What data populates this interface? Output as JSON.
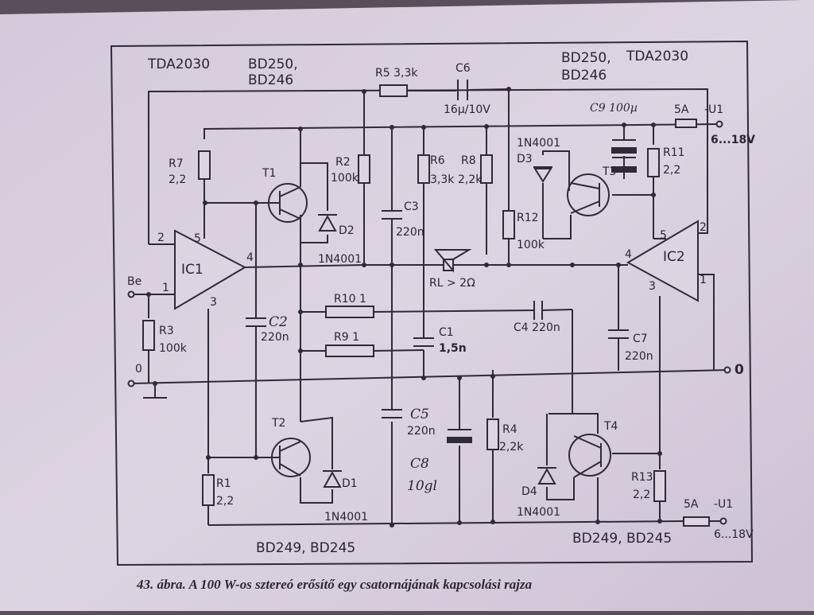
{
  "labels": {
    "ic_type_left": "TDA2030",
    "tr_types_top_left_1": "BD250,",
    "tr_types_top_left_2": "BD246",
    "tr_types_top_right_1": "BD250,",
    "ic_type_right": "TDA2030",
    "tr_types_top_right_2": "BD246",
    "r5": "R5 3,3k",
    "c6": "C6",
    "c6_val": "16µ/10V",
    "c9": "C9 100µ",
    "fuse_top": "5A",
    "supply_top": "-U1",
    "supply_top_range": "6...18V",
    "r7": "R7",
    "r7_val": "2,2",
    "t1": "T1",
    "r2": "R2",
    "r2_val": "100k",
    "r6": "R6",
    "r6_val": "3,3k",
    "r8": "R8",
    "r8_val": "2,2k",
    "d3_type": "1N4001",
    "d3": "D3",
    "t3": "T3",
    "r11": "R11",
    "r11_val": "2,2",
    "c3": "C3",
    "c3_val": "220n",
    "d2": "D2",
    "r12": "R12",
    "r12_val": "100k",
    "pin_2": "2",
    "pin_5": "5",
    "pin_4": "4",
    "pin_1": "1",
    "pin_3": "3",
    "ic1": "IC1",
    "ic2": "IC2",
    "pin_r4": "4",
    "pin_r5": "5",
    "pin_r2": "2",
    "pin_r3": "3",
    "pin_r1": "1",
    "d2_type": "1N4001",
    "rl": "RL > 2Ω",
    "be": "Be",
    "r10": "R10 1",
    "c4": "C4 220n",
    "c2": "C2",
    "c2_val": "220n",
    "r3": "R3",
    "r3_val": "100k",
    "r9": "R9 1",
    "c1": "C1",
    "c1_val": "1,5n",
    "c7": "C7",
    "c7_val": "220n",
    "gnd_left": "0",
    "gnd_right": "0",
    "t2": "T2",
    "c5": "C5",
    "c5_val": "220n",
    "c8": "C8",
    "c8_val": "10gl",
    "r4": "R4",
    "r4_val": "2,2k",
    "t4": "T4",
    "r1": "R1",
    "r1_val": "2,2",
    "d1": "D1",
    "d4": "D4",
    "r13": "R13",
    "r13_val": "2,2",
    "fuse_bot": "5A",
    "supply_bot": "-U1",
    "supply_bot_range": "6...18V",
    "d1_type": "1N4001",
    "d4_type": "1N4001",
    "tr_types_bot_left": "BD249, BD245",
    "tr_types_bot_right": "BD249, BD245"
  },
  "caption": "43. ábra. A 100 W-os sztereó erősítő egy csatornájának kapcsolási rajza"
}
